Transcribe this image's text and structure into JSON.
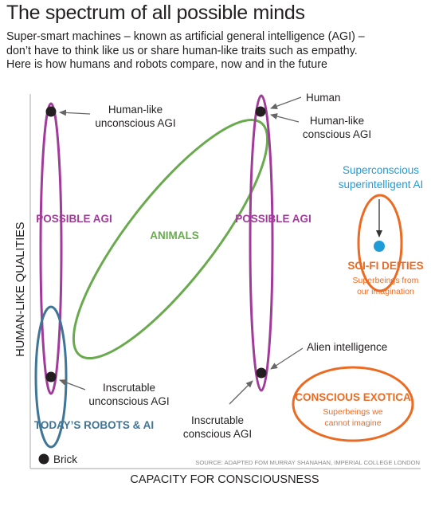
{
  "title": "The spectrum of all possible minds",
  "intro_lines": [
    "Super-smart machines – known as artificial general intelligence (AGI) –",
    "don’t have to think like us or share human-like traits such as empathy.",
    "Here is how humans and robots compare, now and in the future"
  ],
  "axes": {
    "y_label": "HUMAN-LIKE QUALITIES",
    "x_label": "CAPACITY FOR CONSCIOUSNESS"
  },
  "groups": {
    "possible_agi_left": "POSSIBLE AGI",
    "animals": "ANIMALS",
    "possible_agi_right": "POSSIBLE AGI",
    "todays_robots": "TODAY’S ROBOTS & AI",
    "sci_fi_title": "SCI-FI DEITIES",
    "sci_fi_sub": [
      "Superbeings from",
      "our imagination"
    ],
    "exotica_title": "CONSCIOUS EXOTICA",
    "exotica_sub": [
      "Superbeings we",
      "cannot imagine"
    ]
  },
  "points": {
    "human_like_unconscious": [
      "Human-like",
      "unconscious AGI"
    ],
    "human": "Human",
    "human_like_conscious": [
      "Human-like",
      "conscious AGI"
    ],
    "superconscious": [
      "Superconscious",
      "superintelligent AI"
    ],
    "alien": "Alien intelligence",
    "inscrutable_unconscious": [
      "Inscrutable",
      "unconscious AGI"
    ],
    "inscrutable_conscious": [
      "Inscrutable",
      "conscious AGI"
    ],
    "brick": "Brick"
  },
  "source": "SOURCE: ADAPTED FOM MURRAY SHANAHAN, IMPERIAL COLLEGE LONDON",
  "colors": {
    "purple": "#a13b9a",
    "green": "#6aaa4f",
    "teal": "#3f7596",
    "orange": "#ec6b23",
    "blue": "#1f9bd7",
    "dark": "#231f20",
    "axis": "#b7b7b7",
    "arrow": "#666666",
    "source_gray": "#8a8a8a"
  },
  "icons": {
    "point_marker": "filled-circle",
    "pointer": "arrow"
  }
}
